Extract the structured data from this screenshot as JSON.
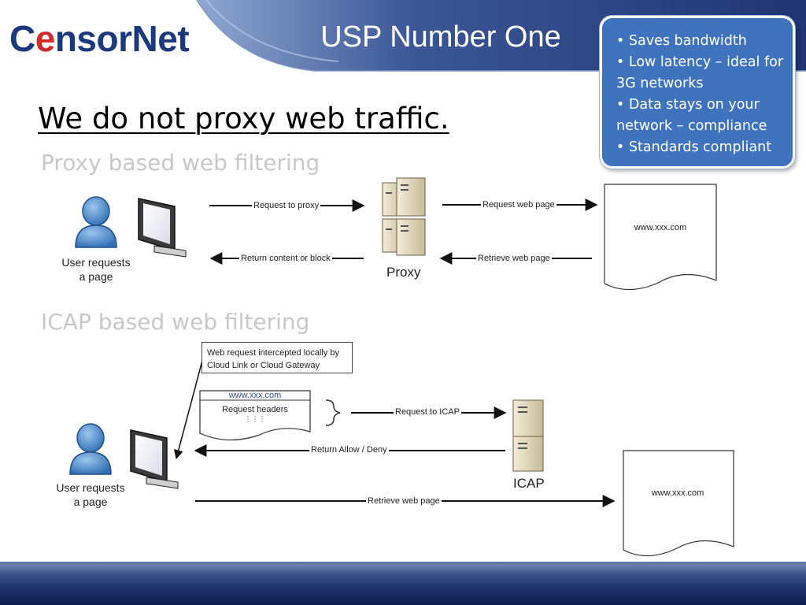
{
  "header": {
    "logo_prefix": "C",
    "logo_o": "e",
    "logo_rest": "nsorNet",
    "title": "USP Number One"
  },
  "bullets": [
    "• Saves bandwidth",
    "• Low latency – ideal for 3G networks",
    "• Data stays on your network – compliance",
    "• Standards compliant"
  ],
  "headline": "We do not proxy web traffic.",
  "proxy_section": {
    "title": "Proxy based web filtering",
    "user_label_line1": "User requests",
    "user_label_line2": "a page",
    "arrow_request_to_proxy": "Request to proxy",
    "arrow_return_content": "Return content or block",
    "server_label": "Proxy",
    "arrow_request_web_page": "Request web page",
    "arrow_retrieve_web_page": "Retrieve web page",
    "page_url": "www.xxx.com"
  },
  "icap_section": {
    "title": "ICAP based web filtering",
    "callout_line1": "Web request intercepted locally by",
    "callout_line2": "Cloud Link or Cloud Gateway",
    "req_doc_url": "www.xxx.com",
    "req_doc_headers": "Request headers",
    "req_doc_dots": "⋮⋮⋮",
    "arrow_request_to_icap": "Request to ICAP",
    "arrow_return_allow": "Return Allow / Deny",
    "arrow_retrieve_web_page": "Retrieve web page",
    "server_label": "ICAP",
    "user_label_line1": "User requests",
    "user_label_line2": "a page",
    "page_url": "www.xxx.com"
  },
  "colors": {
    "brand_blue": "#1a3a7c",
    "logo_red": "#d42a2a",
    "bullet_box": "#3f73bd",
    "section_gray": "#c8c8c8",
    "user_blue": "#3d7fc4"
  },
  "icons": {
    "user": "user-icon",
    "monitor": "monitor-icon",
    "server": "server-icon",
    "web_page": "web-page-icon"
  }
}
